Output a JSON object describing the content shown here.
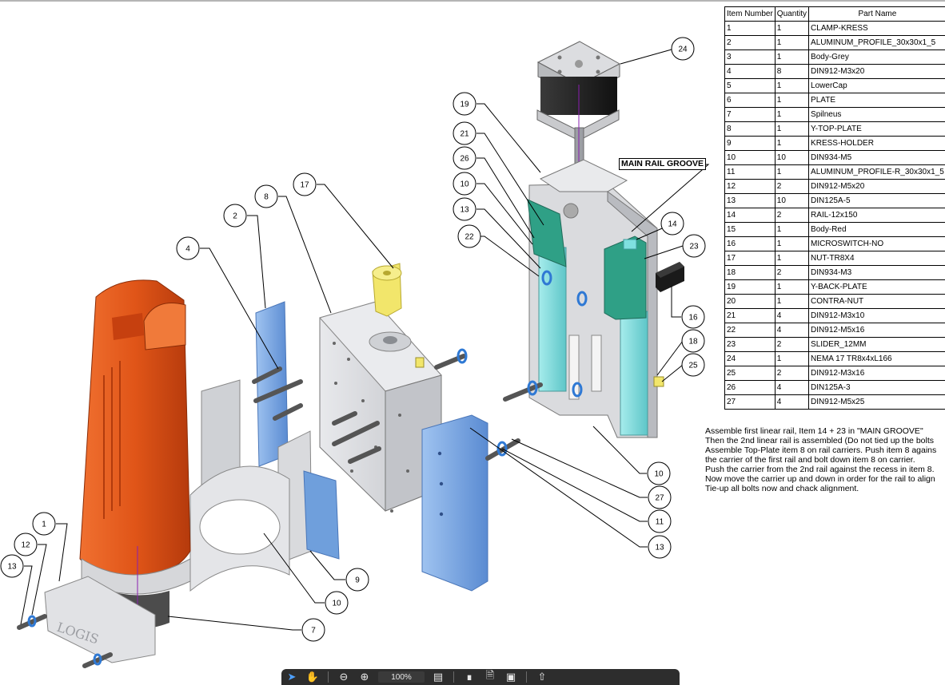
{
  "bom": {
    "headers": [
      "Item Number",
      "Quantity",
      "Part Name"
    ],
    "rows": [
      [
        "1",
        "1",
        "CLAMP-KRESS"
      ],
      [
        "2",
        "1",
        "ALUMINUM_PROFILE_30x30x1_5"
      ],
      [
        "3",
        "1",
        "Body-Grey"
      ],
      [
        "4",
        "8",
        "DIN912-M3x20"
      ],
      [
        "5",
        "1",
        "LowerCap"
      ],
      [
        "6",
        "1",
        "PLATE"
      ],
      [
        "7",
        "1",
        "Spilneus"
      ],
      [
        "8",
        "1",
        "Y-TOP-PLATE"
      ],
      [
        "9",
        "1",
        "KRESS-HOLDER"
      ],
      [
        "10",
        "10",
        "DIN934-M5"
      ],
      [
        "11",
        "1",
        "ALUMINUM_PROFILE-R_30x30x1_5"
      ],
      [
        "12",
        "2",
        "DIN912-M5x20"
      ],
      [
        "13",
        "10",
        "DIN125A-5"
      ],
      [
        "14",
        "2",
        "RAIL-12x150"
      ],
      [
        "15",
        "1",
        "Body-Red"
      ],
      [
        "16",
        "1",
        "MICROSWITCH-NO"
      ],
      [
        "17",
        "1",
        "NUT-TR8X4"
      ],
      [
        "18",
        "2",
        "DIN934-M3"
      ],
      [
        "19",
        "1",
        "Y-BACK-PLATE"
      ],
      [
        "20",
        "1",
        "CONTRA-NUT"
      ],
      [
        "21",
        "4",
        "DIN912-M3x10"
      ],
      [
        "22",
        "4",
        "DIN912-M5x16"
      ],
      [
        "23",
        "2",
        "SLIDER_12MM"
      ],
      [
        "24",
        "1",
        "NEMA 17 TR8x4xL166"
      ],
      [
        "25",
        "2",
        "DIN912-M3x16"
      ],
      [
        "26",
        "4",
        "DIN125A-3"
      ],
      [
        "27",
        "4",
        "DIN912-M5x25"
      ]
    ]
  },
  "notes": [
    "Assemble first linear rail, Item 14 + 23 in \"MAIN GROOVE\"",
    "Then the 2nd linear rail is assembled (Do not tied up the bolts",
    "Assemble Top-Plate item 8 on rail carriers. Push item 8 agains",
    "the carrier of the first rail and bolt down item 8 on carrier.",
    "Push the carrier from the 2nd rail against the recess in item 8.",
    "Now move the carrier up and down in order for the rail to align",
    "Tie-up all bolts now and chack alignment."
  ],
  "callout_label": "MAIN RAIL GROOVE",
  "balloons": [
    "24",
    "19",
    "21",
    "26",
    "10",
    "13",
    "22",
    "14",
    "23",
    "16",
    "18",
    "25",
    "17",
    "8",
    "2",
    "4",
    "1",
    "12",
    "13",
    "10",
    "9",
    "7",
    "10",
    "27",
    "11",
    "13"
  ],
  "engraving": "LOGIS",
  "toolbar": {
    "icons": [
      "pointer-icon",
      "hand-icon",
      "zoom-out-icon",
      "zoom-in-icon",
      "page-layout-icon",
      "crop-icon",
      "document-icon",
      "image-icon",
      "share-icon"
    ],
    "zoom": "100%"
  },
  "colors": {
    "orange": "#e0551b",
    "blue": "#6f9fdc",
    "teal": "#77d6d6",
    "green": "#2fa086",
    "yellow": "#f2e66b",
    "grey": "#d6d7da"
  }
}
